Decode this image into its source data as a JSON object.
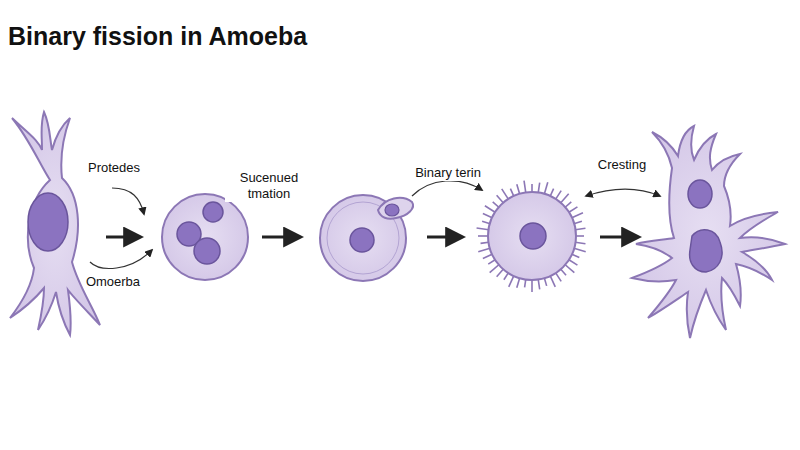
{
  "diagram": {
    "title": "Binary fission in Amoeba",
    "labels": [
      "Protedes",
      "Omoerba",
      "Sucenued tmation",
      "Binary terin",
      "Cresting"
    ]
  }
}
